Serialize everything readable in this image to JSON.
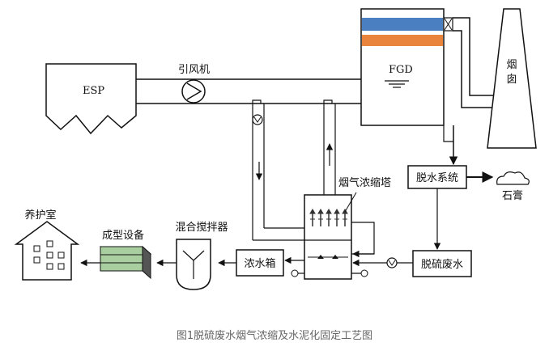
{
  "diagram": {
    "esp": "ESP",
    "fan": "引风机",
    "fgd": "FGD",
    "chimney": "烟囱",
    "concentration_tower": "烟气浓缩塔",
    "dewatering": "脱水系统",
    "gypsum": "石膏",
    "desulf_wastewater": "脱硫废水",
    "concentrate_tank": "浓水箱",
    "mixer": "混合搅拌器",
    "forming": "成型设备",
    "curing_room": "养护室"
  },
  "caption": "图1脱硫废水烟气浓缩及水泥化固定工艺图",
  "colors": {
    "fgd_blue": "#4a7fc1",
    "fgd_orange": "#e8843c",
    "forming_green": "#a9cfa0",
    "line": "#111111"
  }
}
